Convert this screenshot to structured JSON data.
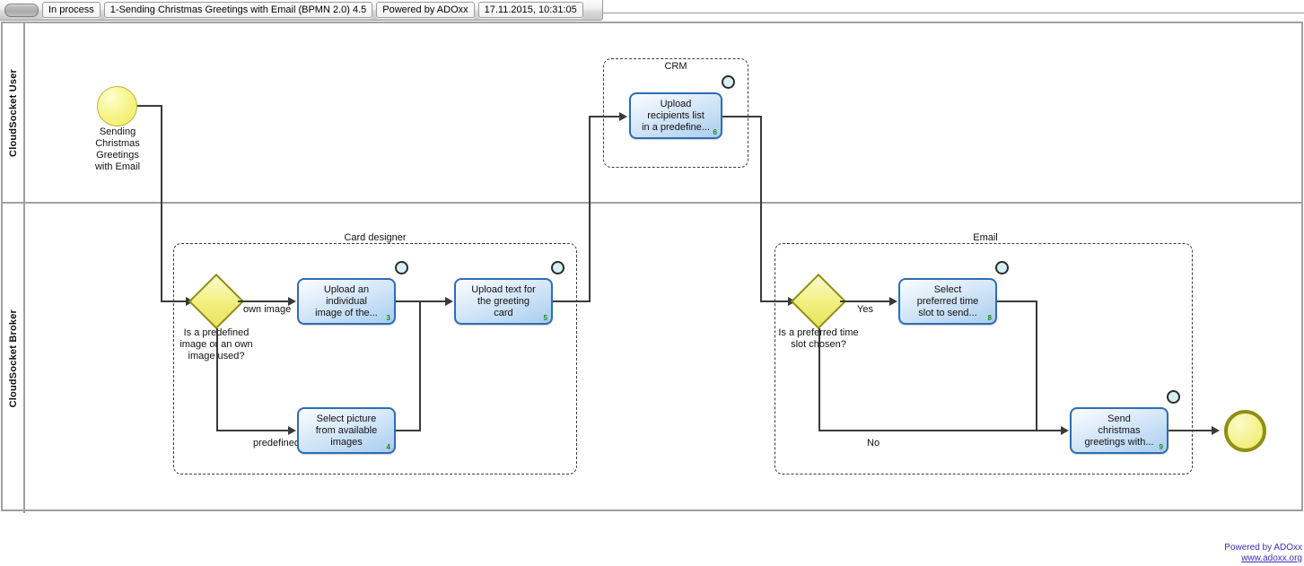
{
  "toolbar": {
    "status": "In process",
    "model_name": "1-Sending Christmas Greetings with Email (BPMN 2.0) 4.5",
    "powered_by": "Powered by ADOxx",
    "timestamp": "17.11.2015, 10:31:05"
  },
  "pool": {
    "lanes": [
      {
        "id": "user",
        "label": "CloudSocket User"
      },
      {
        "id": "broker",
        "label": "CloudSocket Broker"
      }
    ]
  },
  "groups": [
    {
      "id": "card-designer",
      "label": "Card designer"
    },
    {
      "id": "crm",
      "label": "CRM"
    },
    {
      "id": "email",
      "label": "Email"
    }
  ],
  "events": {
    "start": {
      "label": "Sending\nChristmas\nGreetings\nwith Email",
      "line1": "Sending",
      "line2": "Christmas",
      "line3": "Greetings",
      "line4": "with Email"
    },
    "end": {
      "label": ""
    }
  },
  "gateways": [
    {
      "id": "gw-image",
      "line1": "Is a predefined",
      "line2": "image or an own",
      "line3": "image used?"
    },
    {
      "id": "gw-timeslot",
      "line1": "Is a preferred time",
      "line2": "slot chosen?"
    }
  ],
  "tasks": [
    {
      "id": "upload-individual-image",
      "line1": "Upload an",
      "line2": "individual",
      "line3": "image of the...",
      "number": "3"
    },
    {
      "id": "select-picture",
      "line1": "Select picture",
      "line2": "from available",
      "line3": "images",
      "number": "4"
    },
    {
      "id": "upload-text",
      "line1": "Upload text for",
      "line2": "the greeting",
      "line3": "card",
      "number": "5"
    },
    {
      "id": "upload-recipients",
      "line1": "Upload",
      "line2": "recipients list",
      "line3": "in a predefine...",
      "number": "6"
    },
    {
      "id": "select-timeslot",
      "line1": "Select",
      "line2": "preferred time",
      "line3": "slot to send...",
      "number": "8"
    },
    {
      "id": "send-greetings",
      "line1": "Send",
      "line2": "christmas",
      "line3": "greetings with...",
      "number": "9"
    }
  ],
  "sequence_labels": {
    "own_image": "own image",
    "predefined": "predefined",
    "yes": "Yes",
    "no": "No"
  },
  "footer": {
    "line1": "Powered by ADOxx",
    "line2": "www.adoxx.org"
  },
  "colors": {
    "task_border": "#2f6cb5",
    "gateway_border": "#8f8f16",
    "event_fill": "#eeea5c",
    "task_number": "#1b8a1b",
    "footer_link": "#3a2fb5",
    "pool_border": "#a0a0a0"
  }
}
